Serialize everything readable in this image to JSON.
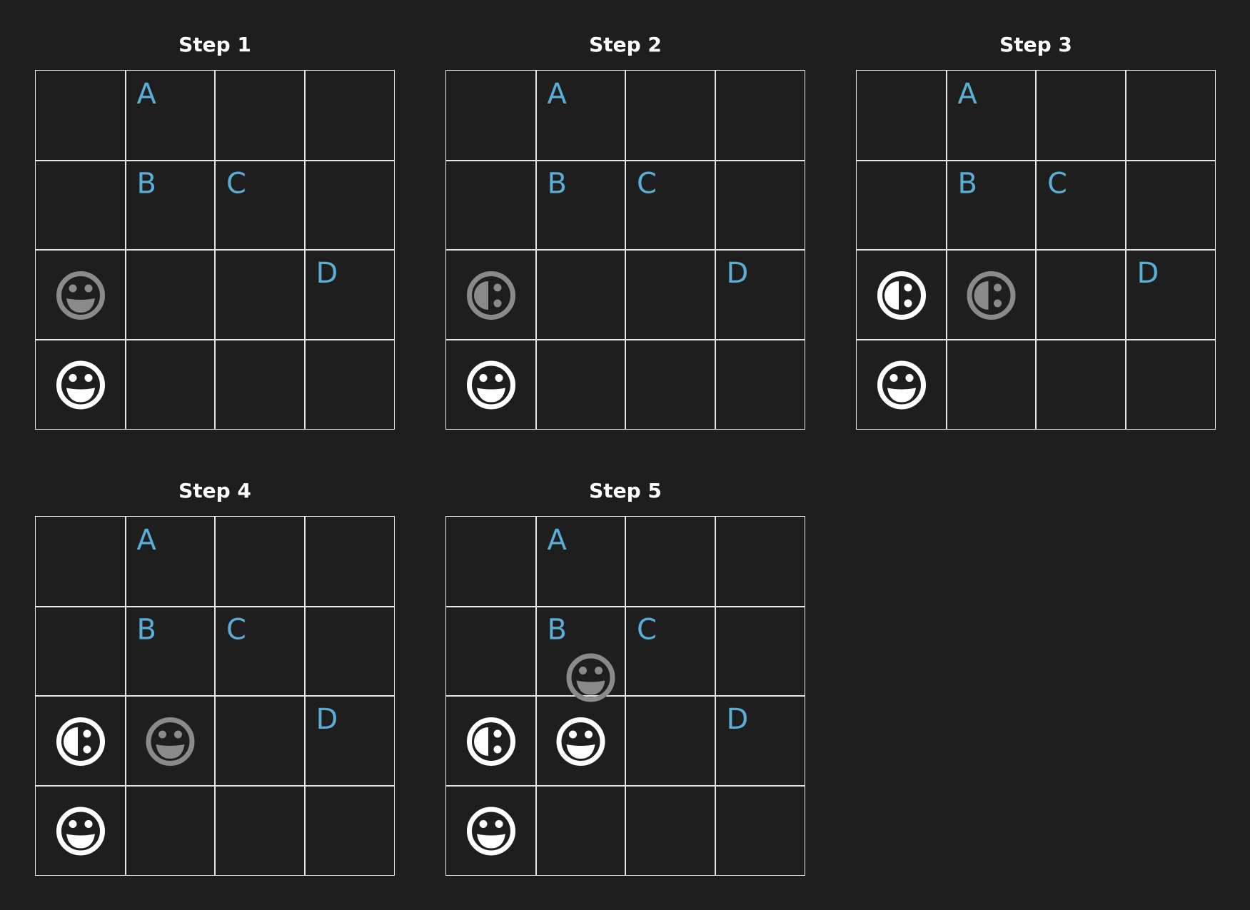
{
  "colors": {
    "background": "#1e1e1e",
    "grid_line": "#e6e6e6",
    "label": "#5aaed6",
    "face_active": "#ffffff",
    "face_ghost": "#8a8a8a"
  },
  "grid": {
    "rows": 4,
    "cols": 4
  },
  "labels": [
    {
      "text": "A",
      "row": 0,
      "col": 1
    },
    {
      "text": "B",
      "row": 1,
      "col": 1
    },
    {
      "text": "C",
      "row": 1,
      "col": 2
    },
    {
      "text": "D",
      "row": 2,
      "col": 3
    }
  ],
  "steps": [
    {
      "title": "Step 1",
      "faces": [
        {
          "icon": "happy-face-icon",
          "row": 2,
          "col": 0,
          "style": "ghost"
        },
        {
          "icon": "happy-face-icon",
          "row": 3,
          "col": 0,
          "style": "active"
        }
      ]
    },
    {
      "title": "Step 2",
      "faces": [
        {
          "icon": "side-face-icon",
          "row": 2,
          "col": 0,
          "style": "ghost"
        },
        {
          "icon": "happy-face-icon",
          "row": 3,
          "col": 0,
          "style": "active"
        }
      ]
    },
    {
      "title": "Step 3",
      "faces": [
        {
          "icon": "side-face-icon",
          "row": 2,
          "col": 0,
          "style": "active"
        },
        {
          "icon": "side-face-icon",
          "row": 2,
          "col": 1,
          "style": "ghost"
        },
        {
          "icon": "happy-face-icon",
          "row": 3,
          "col": 0,
          "style": "active"
        }
      ]
    },
    {
      "title": "Step 4",
      "faces": [
        {
          "icon": "side-face-icon",
          "row": 2,
          "col": 0,
          "style": "active"
        },
        {
          "icon": "happy-face-icon",
          "row": 2,
          "col": 1,
          "style": "ghost"
        },
        {
          "icon": "happy-face-icon",
          "row": 3,
          "col": 0,
          "style": "active"
        }
      ]
    },
    {
      "title": "Step 5",
      "faces": [
        {
          "icon": "happy-face-icon",
          "row": 1,
          "col": 1,
          "style": "ghost"
        },
        {
          "icon": "side-face-icon",
          "row": 2,
          "col": 0,
          "style": "active"
        },
        {
          "icon": "happy-face-icon",
          "row": 2,
          "col": 1,
          "style": "active"
        },
        {
          "icon": "happy-face-icon",
          "row": 3,
          "col": 0,
          "style": "active"
        }
      ]
    }
  ]
}
